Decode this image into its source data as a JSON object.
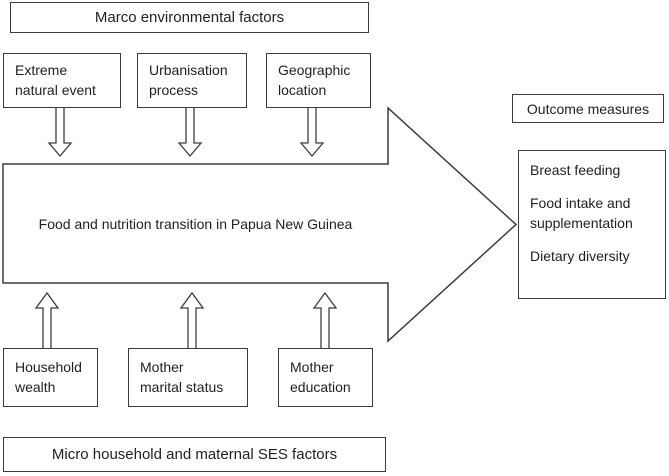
{
  "diagram": {
    "macro_bar": "Marco environmental factors",
    "macro_factors": [
      {
        "line1": "Extreme",
        "line2": "natural event"
      },
      {
        "line1": "Urbanisation",
        "line2": "process"
      },
      {
        "line1": "Geographic",
        "line2": "location"
      }
    ],
    "center_arrow": {
      "label": "Food and nutrition transition in Papua New Guinea"
    },
    "micro_factors": [
      {
        "line1": "Household",
        "line2": "wealth"
      },
      {
        "line1": "Mother",
        "line2": "marital status"
      },
      {
        "line1": "Mother",
        "line2": "education"
      }
    ],
    "micro_bar": "Micro household and maternal SES factors",
    "outcome": {
      "title": "Outcome measures",
      "items": [
        "Breast feeding",
        "Food intake and supplementation",
        "Dietary diversity"
      ]
    },
    "colors": {
      "line": "#3d3d3d",
      "text": "#1f1f1f",
      "background": "#ffffff"
    }
  }
}
